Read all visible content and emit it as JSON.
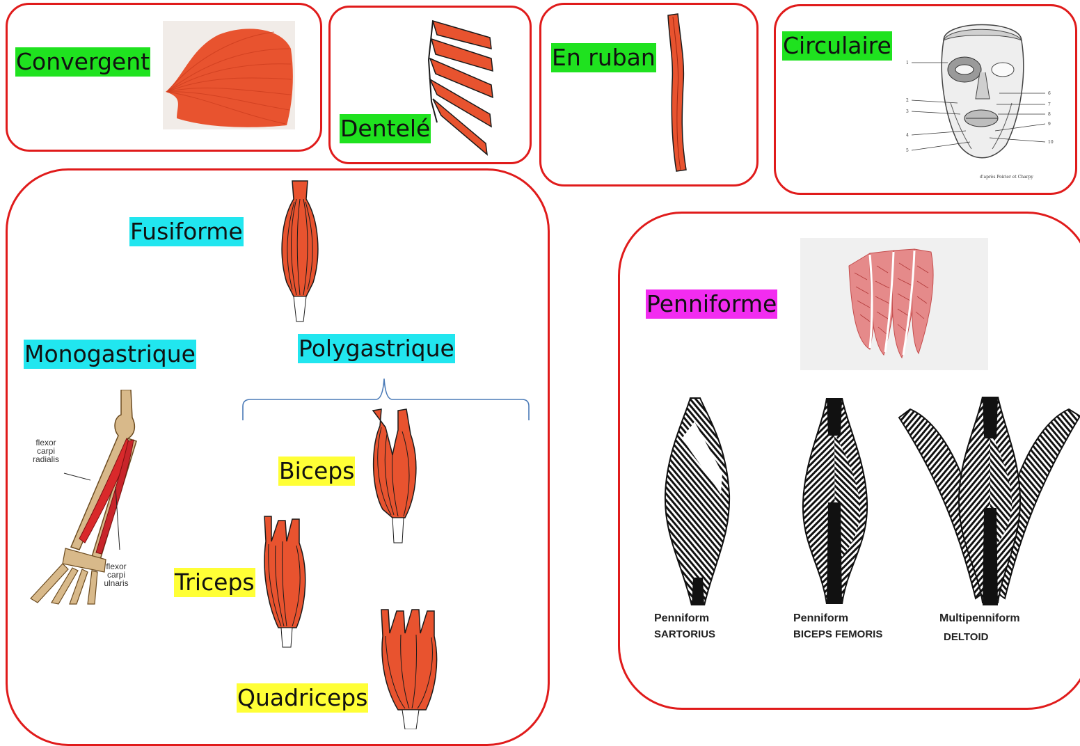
{
  "colors": {
    "frame": "#e01b1b",
    "muscle": "#e8503a",
    "green": "#1fe21f",
    "cyan": "#21e6ef",
    "yellow": "#ffff36",
    "magenta": "#f22cf0"
  },
  "labels": {
    "convergent": "Convergent",
    "dentele": "Dentelé",
    "en_ruban": "En ruban",
    "circulaire": "Circulaire",
    "fusiforme": "Fusiforme",
    "monogastrique": "Monogastrique",
    "polygastrique": "Polygastrique",
    "biceps": "Biceps",
    "triceps": "Triceps",
    "quadriceps": "Quadriceps",
    "penniforme": "Penniforme"
  },
  "arm_labels": {
    "radialis": [
      "flexor",
      "carpi",
      "radialis"
    ],
    "ulnaris": [
      "flexor",
      "carpi",
      "ulnaris"
    ]
  },
  "pennate_captions": [
    {
      "type": "Penniform",
      "muscle": "SARTORIUS"
    },
    {
      "type": "Penniform",
      "muscle": "BICEPS FEMORIS"
    },
    {
      "type": "Multipenniform",
      "muscle": "DELTOID"
    }
  ],
  "face_numbers": [
    "1",
    "2",
    "3",
    "4",
    "5",
    "6",
    "7",
    "8",
    "9",
    "10"
  ],
  "face_credit": "d'après Poirier et Charpy"
}
